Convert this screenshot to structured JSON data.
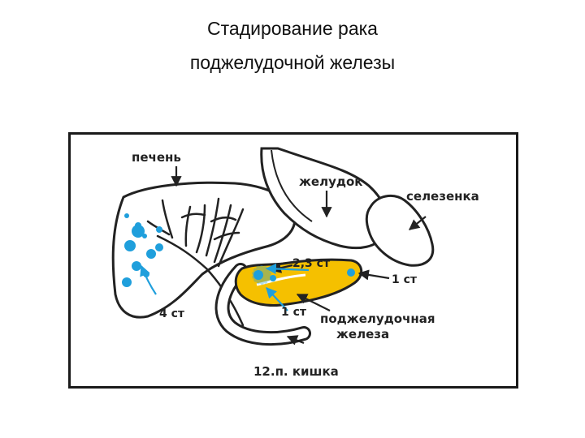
{
  "slide": {
    "title_line1": "Стадирование рака",
    "title_line2": "поджелудочной железы"
  },
  "diagram": {
    "labels": {
      "liver": "печень",
      "stomach": "желудок",
      "spleen": "селезенка",
      "stage_23": "2,3 ст",
      "stage_1_right": "1 ст",
      "stage_1_center": "1 ст",
      "stage_4": "4 ст",
      "pancreas_line1": "поджелудочная",
      "pancreas_line2": "железа",
      "duodenum": "12.п. кишка"
    },
    "colors": {
      "pancreas": "#f5c000",
      "tumor": "#1f9fdc",
      "outline": "#222222",
      "frame": "#1a1a1a"
    }
  }
}
